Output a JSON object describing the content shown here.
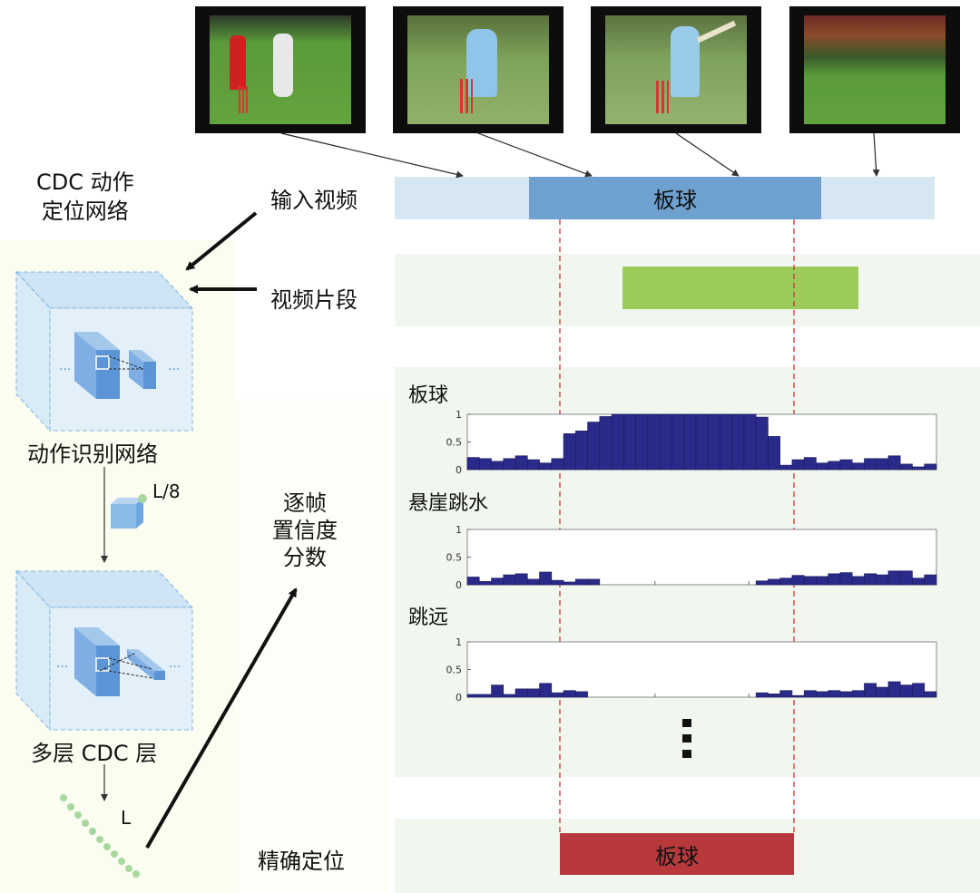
{
  "left_panel": {
    "network_title": "CDC 动作\n定位网络",
    "recognition_label": "动作识别网络",
    "l8_label": "L/8",
    "cdc_layers_label": "多层 CDC 层",
    "l_label": "L",
    "per_frame_label": "逐帧\n置信度\n分数"
  },
  "row_labels": {
    "input_video": "输入视频",
    "video_segment": "视频片段",
    "precise_localization": "精确定位"
  },
  "bars": {
    "input_bar_label": "板球",
    "result_bar_label": "板球"
  },
  "thumbnails": [
    {
      "name": "umpire-bowler-frame",
      "color": "#5a9b3a"
    },
    {
      "name": "batsman-frame-1",
      "color": "#6a9a46"
    },
    {
      "name": "batsman-frame-2",
      "color": "#6f9c4c"
    },
    {
      "name": "stadium-frame",
      "color": "#4f8a33"
    }
  ],
  "colors": {
    "input_bar_light": "#d6e7f3",
    "input_bar_dark": "#6ea1cf",
    "segment_bar": "#9ccb5c",
    "result_bar": "#b8393b",
    "chart_bar": "#2a2a8a",
    "panel_bg": "#f1f7ef",
    "left_bg": "#fbfdf0"
  },
  "chart_data": [
    {
      "type": "bar",
      "title": "板球",
      "ylim": [
        0,
        1
      ],
      "yticks": [
        "1",
        "0.5",
        "0"
      ],
      "values": [
        0.22,
        0.2,
        0.15,
        0.2,
        0.25,
        0.18,
        0.12,
        0.2,
        0.65,
        0.7,
        0.86,
        0.96,
        1,
        1,
        1,
        1,
        1,
        1,
        1,
        1,
        1,
        1,
        1,
        1,
        0.95,
        0.6,
        0.08,
        0.18,
        0.22,
        0.12,
        0.15,
        0.18,
        0.12,
        0.2,
        0.2,
        0.25,
        0.1,
        0.05,
        0.1
      ]
    },
    {
      "type": "bar",
      "title": "悬崖跳水",
      "ylim": [
        0,
        1
      ],
      "yticks": [
        "1",
        "0.5",
        "0"
      ],
      "values": [
        0.14,
        0.06,
        0.12,
        0.18,
        0.2,
        0.1,
        0.23,
        0.08,
        0.05,
        0.1,
        0.1,
        0,
        0,
        0,
        0,
        0,
        0,
        0,
        0,
        0,
        0,
        0,
        0,
        0,
        0.07,
        0.1,
        0.12,
        0.17,
        0.15,
        0.15,
        0.2,
        0.22,
        0.15,
        0.2,
        0.18,
        0.25,
        0.25,
        0.12,
        0.18
      ]
    },
    {
      "type": "bar",
      "title": "跳远",
      "ylim": [
        0,
        1
      ],
      "yticks": [
        "1",
        "0.5",
        "0"
      ],
      "values": [
        0.05,
        0.05,
        0.22,
        0.05,
        0.15,
        0.15,
        0.25,
        0.08,
        0.12,
        0.1,
        0,
        0,
        0,
        0,
        0,
        0,
        0,
        0,
        0,
        0,
        0,
        0,
        0,
        0,
        0.08,
        0.06,
        0.12,
        0.03,
        0.12,
        0.1,
        0.12,
        0.1,
        0.12,
        0.25,
        0.18,
        0.28,
        0.22,
        0.25,
        0.1
      ]
    }
  ]
}
